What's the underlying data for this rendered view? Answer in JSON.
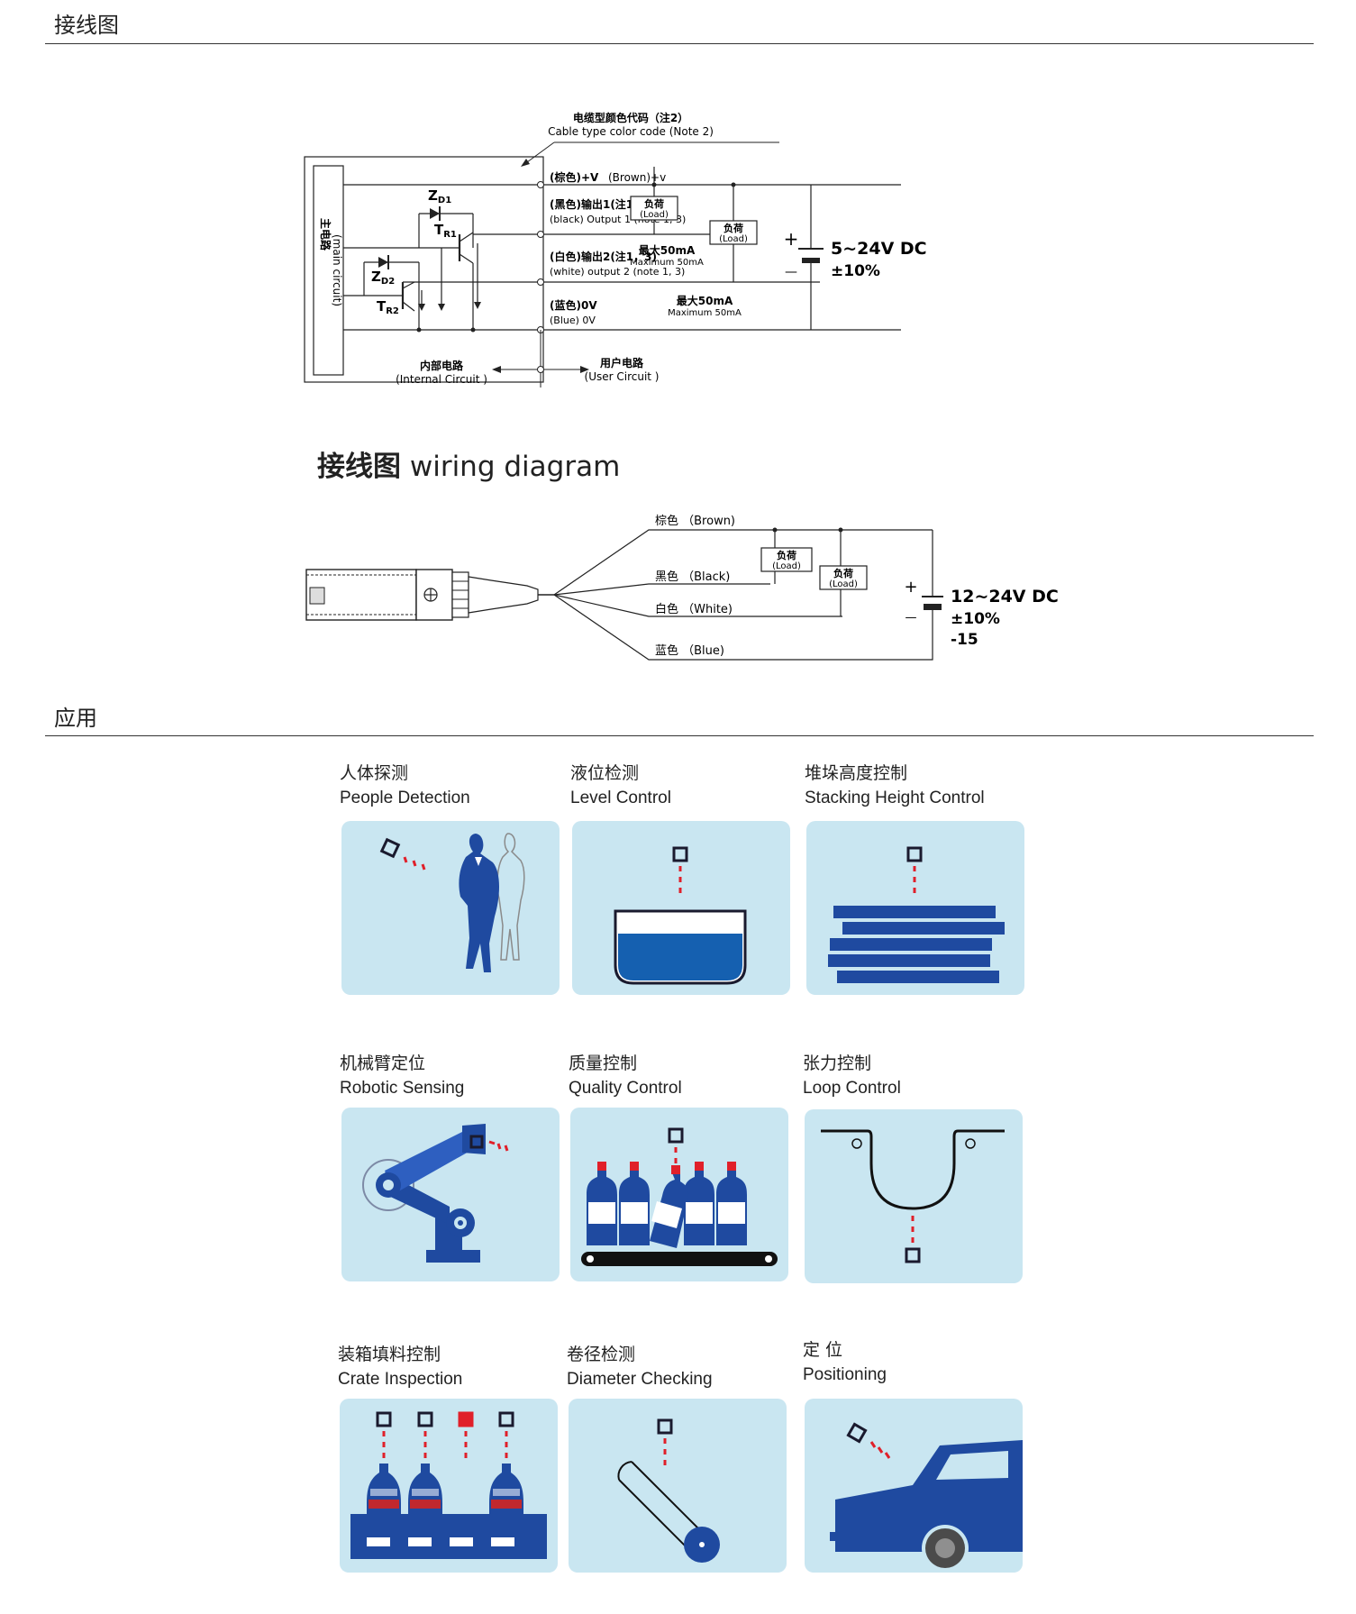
{
  "sections": {
    "wiring_title": "接线图",
    "application_title": "应用"
  },
  "diagram1": {
    "cable_note_zh": "电缆型颜色代码（注2）",
    "cable_note_en": "Cable type color code (Note 2)",
    "main_circuit_zh": "主电路",
    "main_circuit_en": "(main circuit)",
    "zd1": "Z",
    "zd1_sub": "D1",
    "tr1": "T",
    "tr1_sub": "R1",
    "zd2": "Z",
    "zd2_sub": "D2",
    "tr2": "T",
    "tr2_sub": "R2",
    "brown_zh": "(棕色)+V",
    "brown_en": "(Brown)+v",
    "black_zh": "(黑色)输出1(注1，3)",
    "black_en": "(black) Output 1 (note 1, 3)",
    "white_zh": "(白色)输出2(注1，3)",
    "white_en": "(white) output 2 (note 1, 3)",
    "blue_zh": "(蓝色)0V",
    "blue_en": "(Blue) 0V",
    "load_zh": "负荷",
    "load_en": "(Load)",
    "max1_zh": "最大50mA",
    "max1_en": "Maximum 50mA",
    "max2_zh": "最大50mA",
    "max2_en": "Maximum 50mA",
    "plus": "+",
    "minus": "—",
    "voltage": "5~24V DC",
    "tolerance": "±10%",
    "internal_zh": "内部电路",
    "internal_en": "(Internal Circuit )",
    "user_zh": "用户电路",
    "user_en": "(User  Circuit )"
  },
  "caption": {
    "zh": "接线图",
    "en": "wiring diagram"
  },
  "diagram2": {
    "brown": "棕色 （Brown)",
    "black": "黑色 （Black)",
    "white": "白色 （White)",
    "blue": "蓝色 （Blue)",
    "load_zh": "负荷",
    "load_en": "(Load)",
    "plus": "+",
    "minus": "—",
    "voltage": "12~24V DC",
    "tolerance": "±10%",
    "extra": "-15"
  },
  "applications": [
    {
      "zh": "人体探测",
      "en": "People Detection"
    },
    {
      "zh": "液位检测",
      "en": "Level Control"
    },
    {
      "zh": "堆垛高度控制",
      "en": "Stacking Height Control"
    },
    {
      "zh": "机械臂定位",
      "en": "Robotic Sensing"
    },
    {
      "zh": "质量控制",
      "en": "Quality Control"
    },
    {
      "zh": "张力控制",
      "en": "Loop Control"
    },
    {
      "zh": "装箱填料控制",
      "en": "Crate Inspection"
    },
    {
      "zh": "卷径检测",
      "en": "Diameter Checking"
    },
    {
      "zh": "定 位",
      "en": "Positioning"
    }
  ],
  "colors": {
    "tile_bg": "#c9e6f1",
    "accent_blue": "#1f4aa0",
    "beam_red": "#e0202a"
  }
}
